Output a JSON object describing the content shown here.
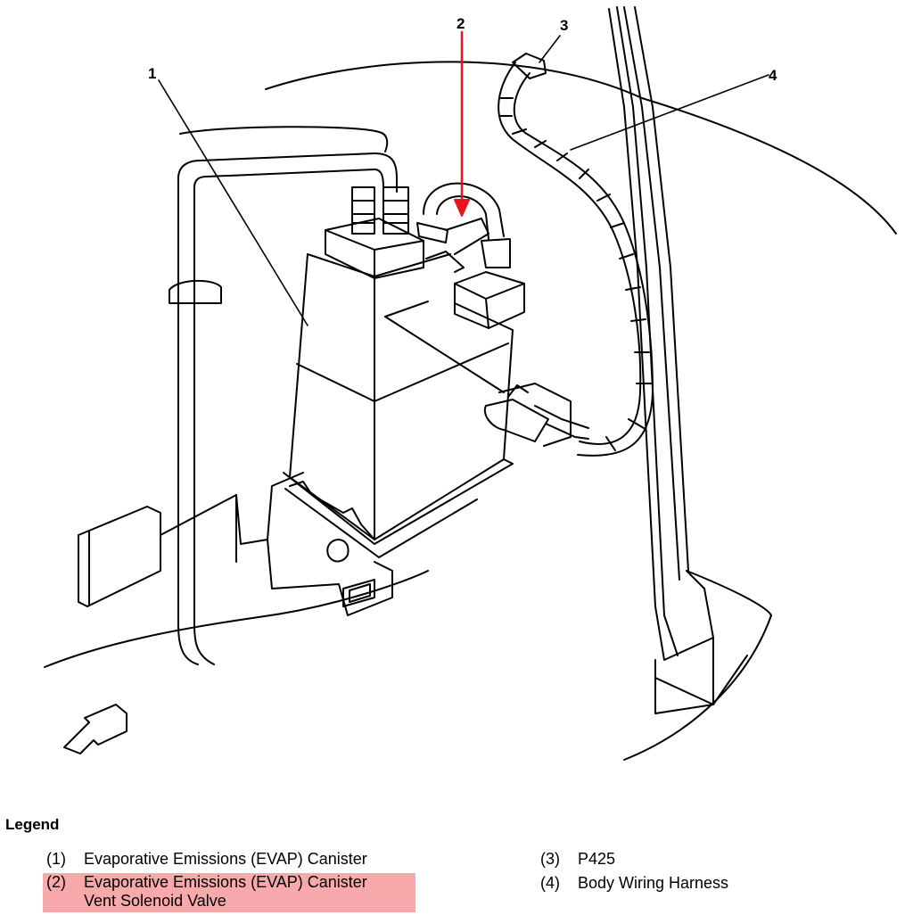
{
  "callouts": [
    "1",
    "2",
    "3",
    "4"
  ],
  "legend": {
    "title": "Legend",
    "items": [
      {
        "num": "(1)",
        "text": "Evaporative Emissions (EVAP) Canister",
        "highlighted": false
      },
      {
        "num": "(2)",
        "text": "Evaporative Emissions (EVAP) Canister",
        "text2": "Vent Solenoid Valve",
        "highlighted": true
      },
      {
        "num": "(3)",
        "text": "P425",
        "highlighted": false
      },
      {
        "num": "(4)",
        "text": "Body Wiring Harness",
        "highlighted": false
      }
    ]
  },
  "colors": {
    "highlight": "#f8a9ab",
    "pointer_arrow": "#e8141c",
    "line": "#000000"
  }
}
